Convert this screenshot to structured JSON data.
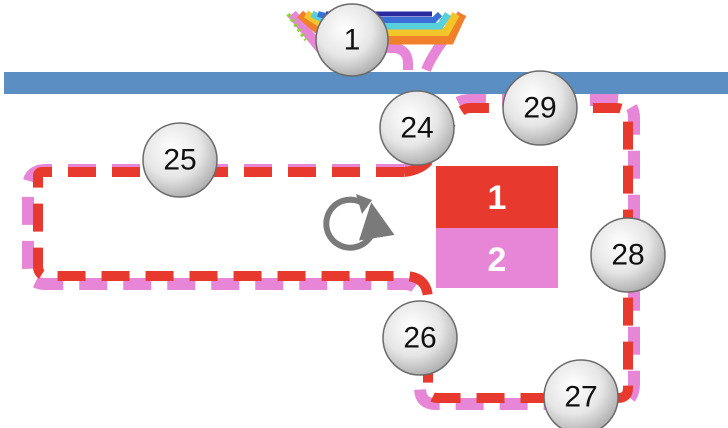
{
  "colors": {
    "road": "#5b8fc4",
    "route_red": "#e8392f",
    "route_pink": "#e786d6",
    "rainbow": [
      "#e786d6",
      "#f0802a",
      "#f3c528",
      "#58d0dc",
      "#3a6fd8",
      "#2a2aa0"
    ],
    "loop_icon": "#7a7a7a"
  },
  "icons": {
    "loop": "counterclockwise-loop-arrow-icon"
  },
  "nodes": [
    {
      "id": "n1",
      "label": "1"
    },
    {
      "id": "n24",
      "label": "24"
    },
    {
      "id": "n25",
      "label": "25"
    },
    {
      "id": "n26",
      "label": "26"
    },
    {
      "id": "n27",
      "label": "27"
    },
    {
      "id": "n28",
      "label": "28"
    },
    {
      "id": "n29",
      "label": "29"
    }
  ],
  "legend": [
    {
      "label": "1",
      "color": "#e8392f"
    },
    {
      "label": "2",
      "color": "#e786d6"
    }
  ]
}
